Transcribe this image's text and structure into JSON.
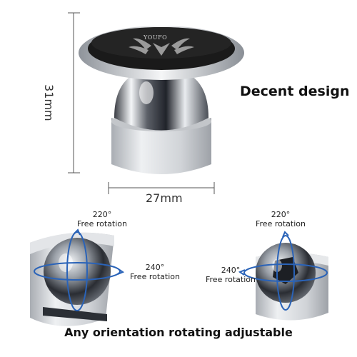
{
  "product": {
    "brand_logo_text": "YOUFO"
  },
  "dimensions": {
    "height_label": "31mm",
    "width_label": "27mm"
  },
  "headline": "Decent design",
  "rotation_left": {
    "top_degree": "220°",
    "top_text": "Free rotation",
    "side_degree": "240°",
    "side_text": "Free rotation"
  },
  "rotation_right": {
    "top_degree": "220°",
    "top_text": "Free rotation",
    "side_degree": "240°",
    "side_text": "Free rotation"
  },
  "footer": "Any orientation rotating adjustable",
  "colors": {
    "arrow_blue": "#2a63b8",
    "pad_black": "#1a1a1a",
    "chrome": "#c8ccd2",
    "aluminum": "#d9dbde"
  }
}
